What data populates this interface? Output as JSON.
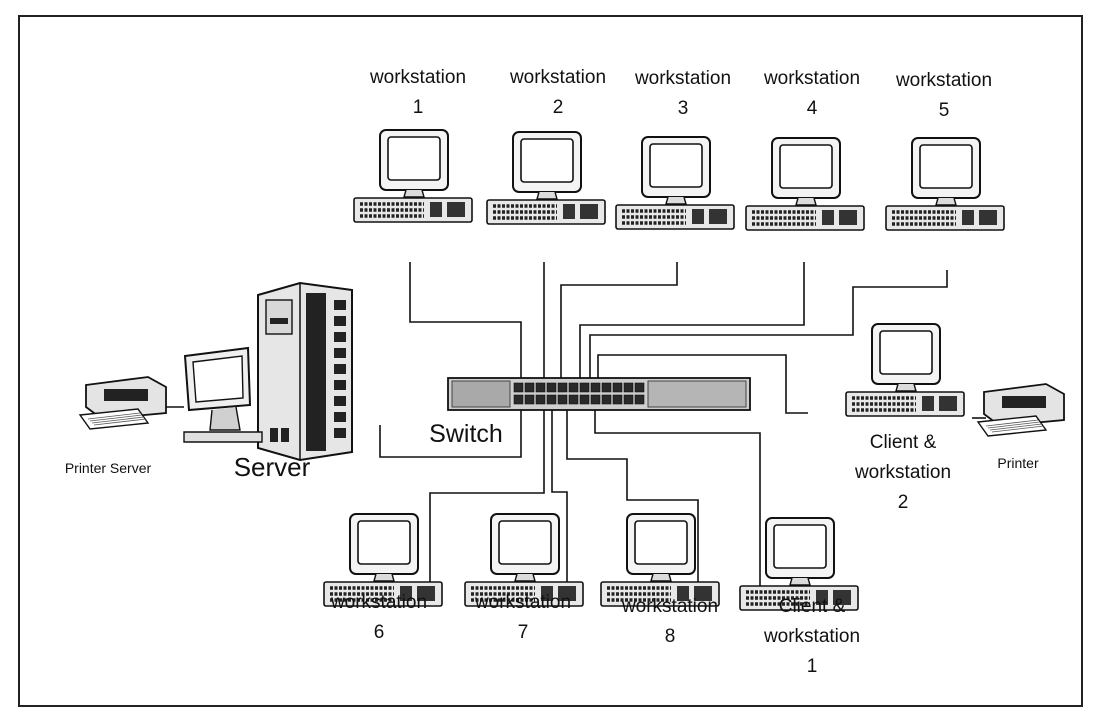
{
  "diagram": {
    "switch_label": "Switch",
    "server_label": "Server",
    "printer_server_label": "Printer Server",
    "printer_label": "Printer",
    "nodes": [
      {
        "id": "ws1",
        "lines": [
          "workstation",
          "1"
        ]
      },
      {
        "id": "ws2",
        "lines": [
          "workstation",
          "2"
        ]
      },
      {
        "id": "ws3",
        "lines": [
          "workstation",
          "3"
        ]
      },
      {
        "id": "ws4",
        "lines": [
          "workstation",
          "4"
        ]
      },
      {
        "id": "ws5",
        "lines": [
          "workstation",
          "5"
        ]
      },
      {
        "id": "ws6",
        "lines": [
          "workstation",
          "6"
        ]
      },
      {
        "id": "ws7",
        "lines": [
          "workstation",
          "7"
        ]
      },
      {
        "id": "ws8",
        "lines": [
          "workstation",
          "8"
        ]
      },
      {
        "id": "cw1",
        "lines": [
          "Client &",
          "workstation",
          "1"
        ]
      },
      {
        "id": "cw2",
        "lines": [
          "Client &",
          "workstation",
          "2"
        ]
      }
    ]
  }
}
